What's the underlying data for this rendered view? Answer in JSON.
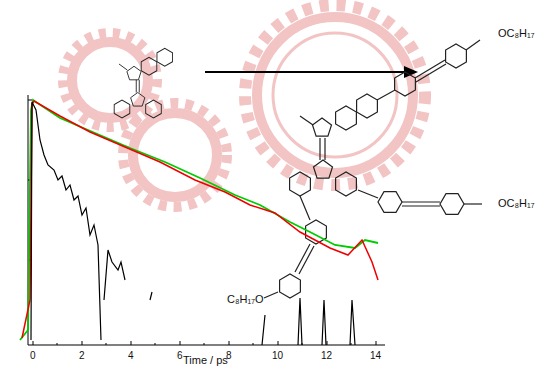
{
  "diagram": {
    "labels": [
      "0",
      "2",
      "4",
      "6",
      "8",
      "10",
      "12",
      "14",
      "Time / ps",
      "OC₈H₁₇",
      "C₈H₁₇O",
      "OC₈H₁₇"
    ]
  }
}
